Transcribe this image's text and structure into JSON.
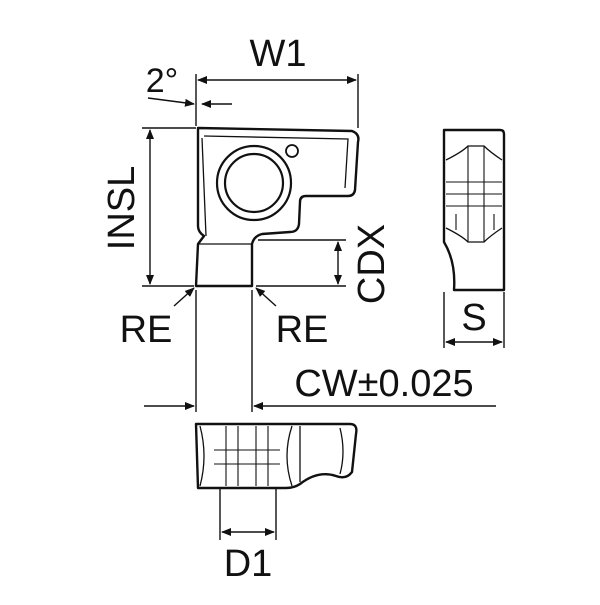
{
  "labels": {
    "w1": "W1",
    "angle": "2°",
    "insl": "INSL",
    "cdx": "CDX",
    "re_left": "RE",
    "re_right": "RE",
    "s": "S",
    "cw": "CW±0.025",
    "d1": "D1"
  },
  "colors": {
    "line": "#111111",
    "background": "#ffffff"
  }
}
